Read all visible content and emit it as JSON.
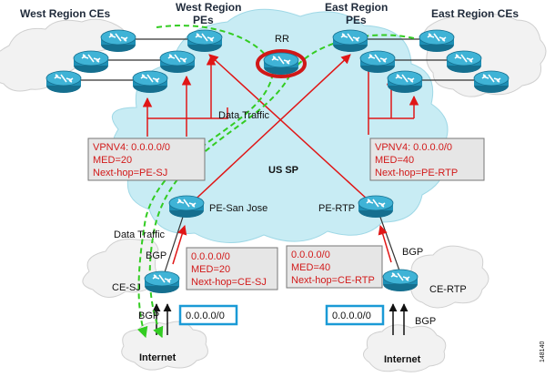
{
  "headers": {
    "west_ces": "West Region CEs",
    "west_pes_1": "West Region",
    "west_pes_2": "PEs",
    "east_pes_1": "East Region",
    "east_pes_2": "PEs",
    "east_ces": "East Region CEs"
  },
  "nodes": {
    "rr": "RR",
    "pe_san_jose": "PE-San Jose",
    "pe_rtp": "PE-RTP",
    "ce_sj": "CE-SJ",
    "ce_rtp": "CE-RTP",
    "internet_left": "Internet",
    "internet_right": "Internet"
  },
  "labels": {
    "data_traffic_top": "Data Traffic",
    "data_traffic_left": "Data Traffic",
    "us_sp": "US SP",
    "bgp_left_top": "BGP",
    "bgp_left_bottom": "BGP",
    "bgp_right_top": "BGP",
    "bgp_right_bottom": "BGP",
    "figure_id": "148140"
  },
  "info_boxes": {
    "vpnv4_west": [
      "VPNV4: 0.0.0.0/0",
      "MED=20",
      "Next-hop=PE-SJ"
    ],
    "vpnv4_east": [
      "VPNV4: 0.0.0.0/0",
      "MED=40",
      "Next-hop=PE-RTP"
    ],
    "route_ce_sj": [
      "0.0.0.0/0",
      "MED=20",
      "Next-hop=CE-SJ"
    ],
    "route_ce_rtp": [
      "0.0.0.0/0",
      "MED=40",
      "Next-hop=CE-RTP"
    ]
  },
  "prefix_boxes": {
    "left": "0.0.0.0/0",
    "right": "0.0.0.0/0"
  },
  "colors": {
    "cloud_sp": "#c8ecf4",
    "cloud_ce": "#f2f2f2",
    "router_fill": "#1e8fb5",
    "router_top": "#3fb3d6",
    "arrow_red": "#e01616",
    "traffic_green": "#33cc22",
    "box_gray": "#e6e6e6",
    "prefix_border": "#1a9ad6"
  }
}
